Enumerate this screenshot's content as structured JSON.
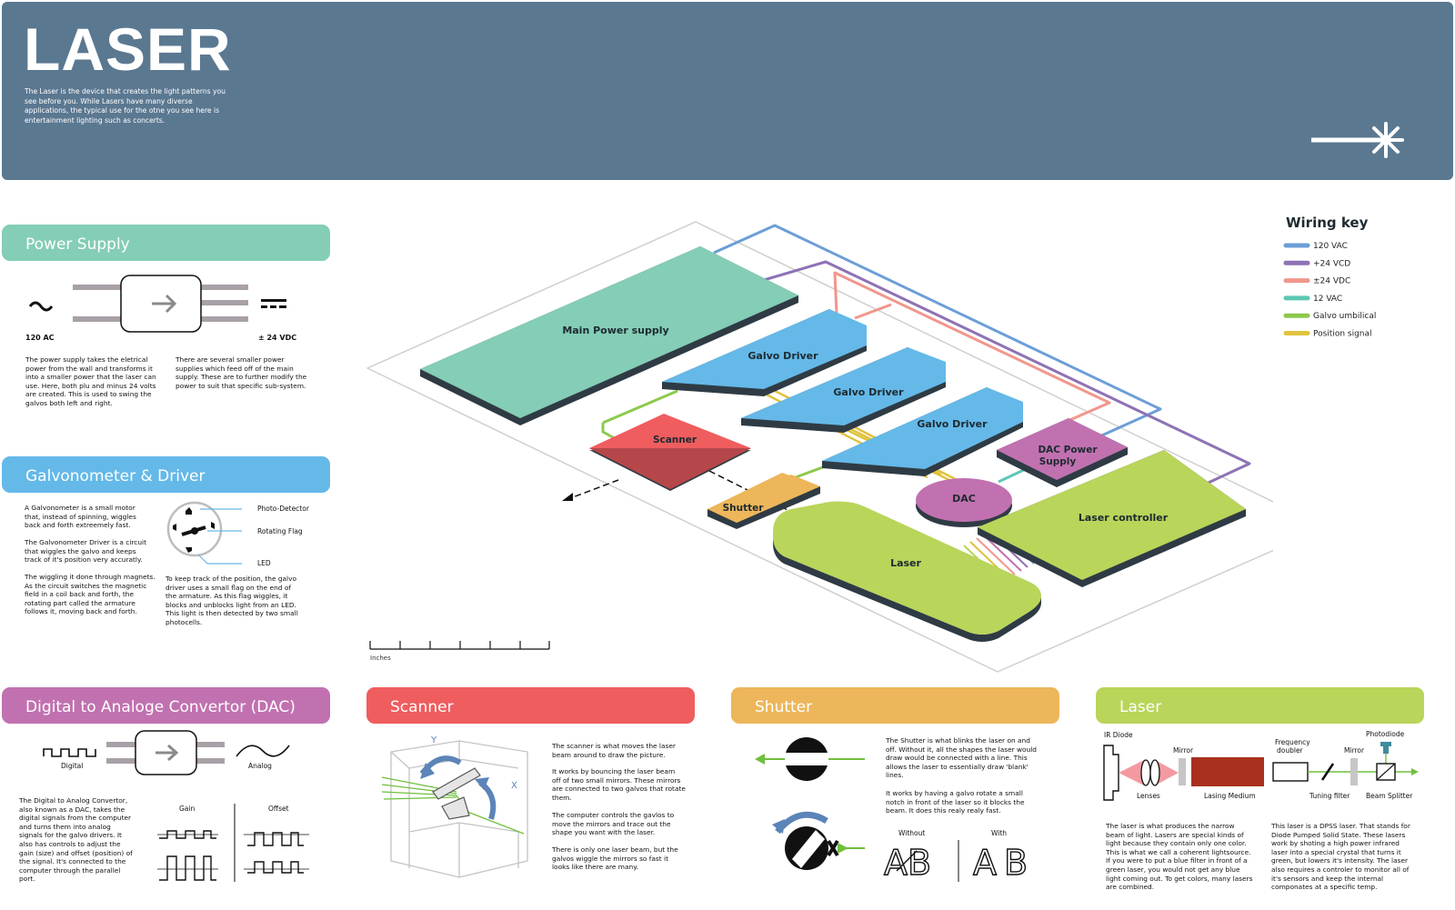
{
  "header": {
    "title": "LASER",
    "intro": "The Laser is the device that creates the light patterns you see before you.  While Lasers have many diverse applications, the typical use for the otne you see here is entertainment lighting such as concerts."
  },
  "colors": {
    "header": "#5b7891",
    "power_supply": "#84cdb6",
    "galvo": "#64b9e8",
    "dac": "#c171b0",
    "scanner": "#ef5d5f",
    "shutter": "#edb65a",
    "laser": "#b9d55a"
  },
  "wiring_key": {
    "title": "Wiring key",
    "items": [
      {
        "label": "120 VAC",
        "color": "#6b9ed8"
      },
      {
        "label": "+24 VCD",
        "color": "#8e72b5"
      },
      {
        "label": "±24 VDC",
        "color": "#f0978d"
      },
      {
        "label": "12 VAC",
        "color": "#5ec7b4"
      },
      {
        "label": "Galvo umbilical",
        "color": "#8cc94d"
      },
      {
        "label": "Position signal",
        "color": "#e0c23c"
      }
    ]
  },
  "diagram": {
    "main_power": "Main Power supply",
    "galvo_driver_1": "Galvo Driver",
    "galvo_driver_2": "Galvo Driver",
    "galvo_driver_3": "Galvo Driver",
    "scanner": "Scanner",
    "shutter": "Shutter",
    "dac": "DAC",
    "dac_power_1": "DAC Power",
    "dac_power_2": "Supply",
    "laser": "Laser",
    "laser_controller": "Laser controller",
    "ruler_label": "Inches"
  },
  "power_supply": {
    "title": "Power Supply",
    "input_label": "120 AC",
    "output_label": "± 24 VDC",
    "text_left": "The power supply takes the eletrical power from the wall and transforms it into a smaller power that the laser can use.  Here, both plu and minus 24 volts are created.  This is used to swing the galvos both left and right.",
    "text_right": "There are several smaller power supplies which feed off of the main supply.  These are to further modify the power to suit that specific sub-system."
  },
  "galvo": {
    "title": "Galvonometer & Driver",
    "text_1": "A Galvonometer is a small motor that, instead of spinning, wiggles back and forth extreemely fast.",
    "text_2": "The Galvonometer Driver is a circuit that wiggles the galvo and keeps track of it's position very accuratly.",
    "text_3": "The wiggling it done through magnets.  As the circuit switches the magnetic field in a coil back and forth, the rotating part called the armature follows it, moving back and forth.",
    "text_4": "To keep track of the position, the galvo driver uses a small flag on the end of the armature.  As this flag wiggles, it blocks and unblocks light from an LED.  This light is then detected by two small photocells.",
    "label_photo": "Photo-Detector",
    "label_flag": "Rotating Flag",
    "label_led": "LED"
  },
  "dac": {
    "title": "Digital to Analoge Convertor (DAC)",
    "digital_label": "Digital",
    "analog_label": "Analog",
    "gain_label": "Gain",
    "offset_label": "Offset",
    "text": "The Digital to Analog Convertor, also known as a DAC, takes the digital signals from the computer and turns them into analog signals for the galvo drivers.  It also has controls to adjust the gain (size) and offset (position) of the signal.  It's connected to the computer through the parallel port."
  },
  "scanner": {
    "title": "Scanner",
    "axis_y": "Y",
    "axis_x": "X",
    "text_1": "The scanner is what moves the laser beam around to draw the picture.",
    "text_2": "It works by bouncing the laser beam off of two small mirrors.  These mirrors are connected to two galvos that rotate them.",
    "text_3": "The computer controls the gavlos to move the mirrors and trace out the shape you want with the laser.",
    "text_4": "There is only one laser beam, but the galvos wiggle the mirrors so fast it looks like there are many."
  },
  "shutter": {
    "title": "Shutter",
    "text_1": "The Shutter is what blinks the laser on and off.  Without it, all the shapes the laser would draw would be connected with a line.  This allows the laser to essentially draw 'blank' lines.",
    "text_2": "It works by having a galvo rotate a small notch in front of the laser so it blocks the beam.  It does this realy realy fast.",
    "without_label": "Without",
    "with_label": "With",
    "glyphs": "AB"
  },
  "laser": {
    "title": "Laser",
    "ir_diode": "IR Diode",
    "lenses": "Lenses",
    "mirror_1": "Mirror",
    "lasing_medium": "Lasing Medium",
    "frequency_doubler": "Frequency doubler",
    "tuning_filter": "Tuning filter",
    "mirror_2": "Mirror",
    "photodiode": "Photodiode",
    "beam_splitter": "Beam Splitter",
    "text_left": "The laser is what produces the narrow beam of light.  Lasers are special kinds of light because they contain only one color.  This is what we call a coherent lightsource.   If you were to put a blue filter in front of a green laser, you would not get any blue light coming out.  To get colors, many lasers are combined.",
    "text_right": "This laser is a DPSS laser.  That stands for Diode Pumped Solid State.  These lasers work by shoting a high power infrared laser into a special crystal that turns it green, but lowers it's intensity.  The laser also requires a controler to monitor all of it's sensors and keep the internal componates at a specific temp."
  }
}
